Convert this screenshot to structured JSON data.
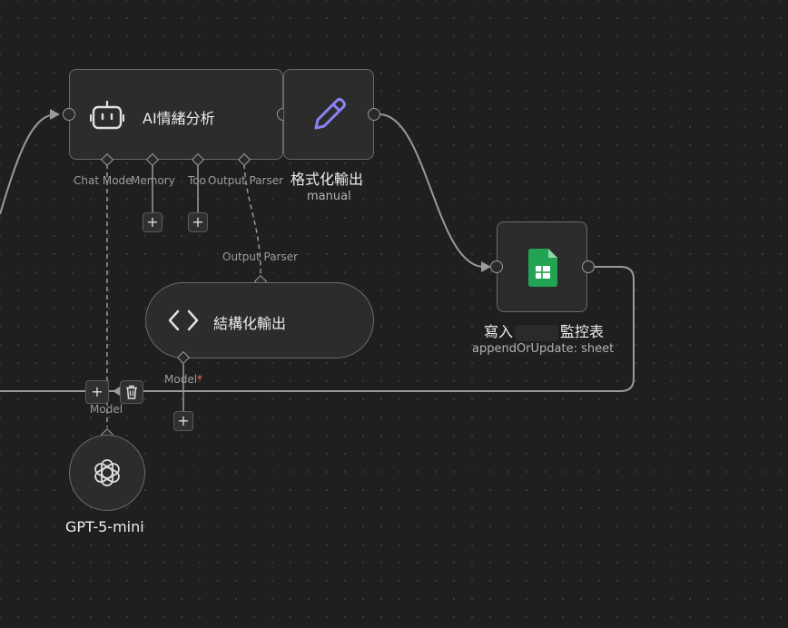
{
  "nodes": {
    "ai_agent": {
      "title": "AI情緒分析"
    },
    "format_output": {
      "title": "格式化輸出",
      "subtitle": "manual"
    },
    "structured_output": {
      "title": "結構化輸出"
    },
    "sheets": {
      "title_prefix": "寫入",
      "title_suffix": "監控表",
      "subtitle": "appendOrUpdate: sheet"
    },
    "gpt": {
      "title": "GPT-5-mini"
    }
  },
  "ports": {
    "chat_model": "Chat Mode",
    "memory": "Memory",
    "tool": "Too",
    "output_parser": "Output Parser",
    "parser_input": "Output Parser",
    "struct_model": "Model",
    "struct_model_required": "*",
    "gpt_model": "Model"
  },
  "buttons": {
    "add": "+"
  },
  "colors": {
    "canvas": "#1f1f1f",
    "node_bg": "#2c2c2c",
    "node_border": "#6a6a6a",
    "pencil": "#8b83f5",
    "sheets_green": "#23a455",
    "edge": "#9a9a9a"
  },
  "icons": {
    "ai_agent": "robot-icon",
    "format_output": "pencil-icon",
    "structured_output": "code-brackets-icon",
    "sheets": "google-sheets-icon",
    "gpt": "openai-icon",
    "delete": "trash-icon"
  }
}
